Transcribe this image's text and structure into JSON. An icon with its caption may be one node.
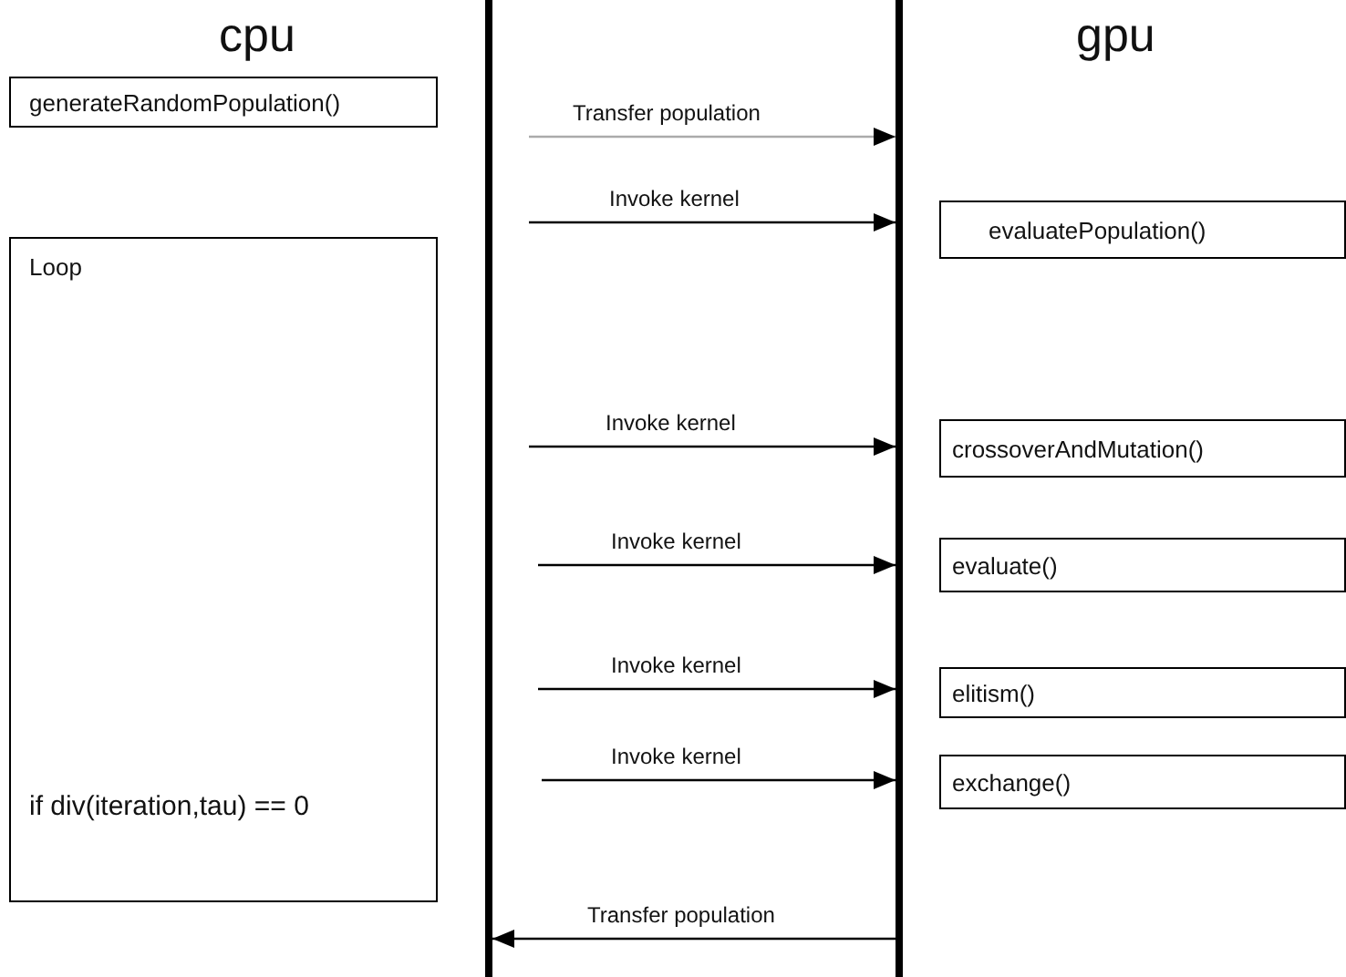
{
  "diagram": {
    "nodes": [
      {
        "text": [
          "generateRandomPopulation()"
        ]
      },
      {
        "text": [
          "Loop",
          "if div(iteration,tau) == 0"
        ]
      },
      {
        "text": [],
        "shape": "bar"
      },
      {
        "text": [],
        "shape": "bar"
      },
      {
        "text": [
          "evaluatePopulation()"
        ]
      },
      {
        "text": [
          "crossoverAndMutation()"
        ]
      },
      {
        "text": [
          "evaluate()"
        ]
      },
      {
        "text": [
          "elitism()"
        ]
      },
      {
        "text": [
          "exchange()"
        ]
      }
    ],
    "edges": [
      {
        "from": null,
        "to": 3,
        "arrow": "to",
        "label": "Transfer population",
        "color": "#aaaaaa"
      },
      {
        "from": null,
        "to": 3,
        "arrow": "to",
        "label": "Invoke kernel"
      },
      {
        "from": null,
        "to": 3,
        "arrow": "to",
        "label": "Invoke kernel"
      },
      {
        "from": null,
        "to": 3,
        "arrow": "to",
        "label": "Invoke kernel"
      },
      {
        "from": null,
        "to": 3,
        "arrow": "to",
        "label": "Invoke kernel"
      },
      {
        "from": null,
        "to": 3,
        "arrow": "to",
        "label": "Invoke kernel"
      },
      {
        "from": 3,
        "to": 2,
        "arrow": "to",
        "label": "Transfer population"
      }
    ],
    "labels": [
      "cpu",
      "gpu"
    ]
  }
}
